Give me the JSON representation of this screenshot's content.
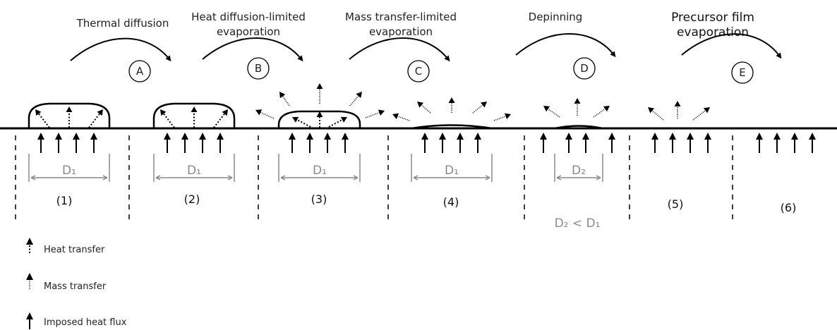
{
  "transitions": [
    {
      "title_lines": [
        "Thermal diffusion"
      ],
      "letter": "A"
    },
    {
      "title_lines": [
        "Heat diffusion-limited",
        "evaporation"
      ],
      "letter": "B"
    },
    {
      "title_lines": [
        "Mass transfer-limited",
        "evaporation"
      ],
      "letter": "C"
    },
    {
      "title_lines": [
        "Depinning"
      ],
      "letter": "D"
    },
    {
      "title_lines": [
        "Precursor film",
        "evaporation"
      ],
      "letter": "E"
    }
  ],
  "stages": [
    {
      "number": "(1)",
      "diameter": "D₁"
    },
    {
      "number": "(2)",
      "diameter": "D₁"
    },
    {
      "number": "(3)",
      "diameter": "D₁"
    },
    {
      "number": "(4)",
      "diameter": "D₁"
    },
    {
      "number": "(5)",
      "diameter": "D₂"
    },
    {
      "number": "(6)",
      "diameter": ""
    }
  ],
  "depinning_note": "D₂ < D₁",
  "legend": {
    "heat_transfer": "Heat transfer",
    "mass_transfer": "Mass transfer",
    "imposed_heat_flux": "Imposed heat flux"
  }
}
